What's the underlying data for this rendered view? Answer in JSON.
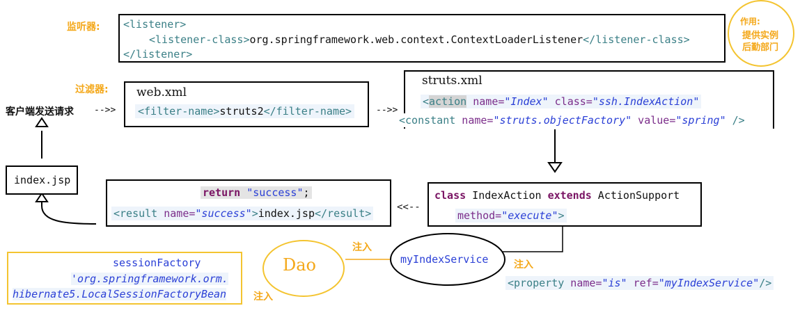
{
  "listener": {
    "label": "监听器:",
    "open_tag": "<listener>",
    "class_open": "<listener-class>",
    "class_value": "org.springframework.web.context.ContextLoaderListener",
    "class_close": "</listener-class>",
    "close_tag": "</listener>",
    "note_title": "作用:",
    "note_line1": "提供实例",
    "note_line2": "后勤部门"
  },
  "filter": {
    "label": "过滤器:",
    "client_request": "客户端发送请求",
    "arrow1": "-->>",
    "arrow2": "-->>",
    "webxml_title": "web.xml",
    "filter_open": "<filter-name>",
    "filter_value": "struts2",
    "filter_close": "</filter-name>"
  },
  "struts": {
    "title": "struts.xml",
    "action_open": "<",
    "action_tag": "action",
    "action_name_attr": " name=",
    "action_name_val": "\"Index\"",
    "action_class_attr": " class=",
    "action_class_val": "\"ssh.IndexAction\"",
    "constant_open": "<constant",
    "constant_name_attr": " name=",
    "constant_name_val": "\"struts.objectFactory\"",
    "constant_value_attr": " value=",
    "constant_value_val": "\"spring\"",
    "constant_close": " />"
  },
  "action_class": {
    "kw_class": "class",
    "name": " IndexAction ",
    "kw_extends": "extends",
    "super": " ActionSupport",
    "method_attr": "method=",
    "method_val": "\"execute\"",
    "method_close": ">"
  },
  "result": {
    "kw_return": "return",
    "return_val": " \"success\"",
    "semicolon": ";",
    "result_open": "<result",
    "name_attr": " name=",
    "name_val": "\"success\"",
    "gt": ">",
    "value": "index.jsp",
    "result_close": "</result>",
    "arrow": "<<--"
  },
  "index_page": {
    "label": "index.jsp"
  },
  "service": {
    "name": "myIndexService",
    "inject1": "注入",
    "inject2": "注入",
    "inject3": "注入",
    "property_open": "<property",
    "name_attr": " name=",
    "name_val": "\"is\"",
    "ref_attr": " ref=",
    "ref_val": "\"myIndexService\"",
    "close": "/>"
  },
  "dao": {
    "label": "Dao"
  },
  "session_factory": {
    "title": "sessionFactory",
    "line1": "'org.springframework.orm.",
    "line2": "hibernate5.LocalSessionFactoryBean"
  },
  "colors": {
    "orange": "#f4a81a",
    "tag": "#3a7f86",
    "attr": "#7b2d8a",
    "value": "#2a3fd6",
    "keyword": "#7a1464"
  }
}
